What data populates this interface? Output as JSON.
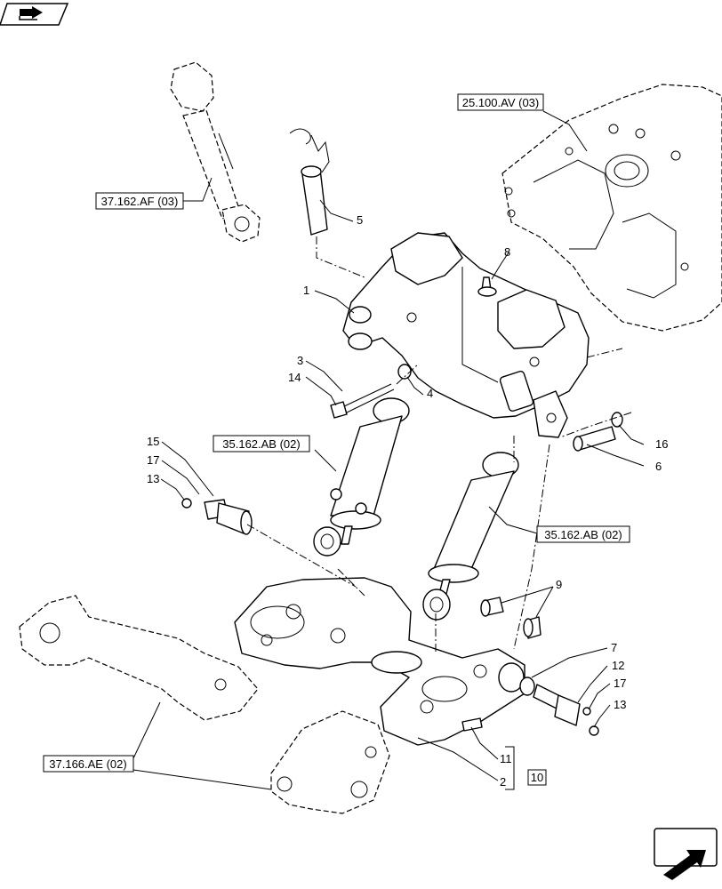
{
  "refs": {
    "r1": "25.100.AV (03)",
    "r2": "37.162.AF (03)",
    "r3": "35.162.AB (02)",
    "r4": "35.162.AB (02)",
    "r5": "37.166.AE (02)"
  },
  "callouts": {
    "c1": "1",
    "c2": "2",
    "c3": "3",
    "c4": "4",
    "c5": "5",
    "c6": "6",
    "c7": "7",
    "c8": "8",
    "c9": "9",
    "c10": "10",
    "c11": "11",
    "c12": "12",
    "c13a": "13",
    "c13b": "13",
    "c14": "14",
    "c15": "15",
    "c16": "16",
    "c17a": "17",
    "c17b": "17"
  },
  "icons": {
    "top_left": "book-arrow-icon",
    "bottom_right": "next-page-arrow-icon"
  }
}
